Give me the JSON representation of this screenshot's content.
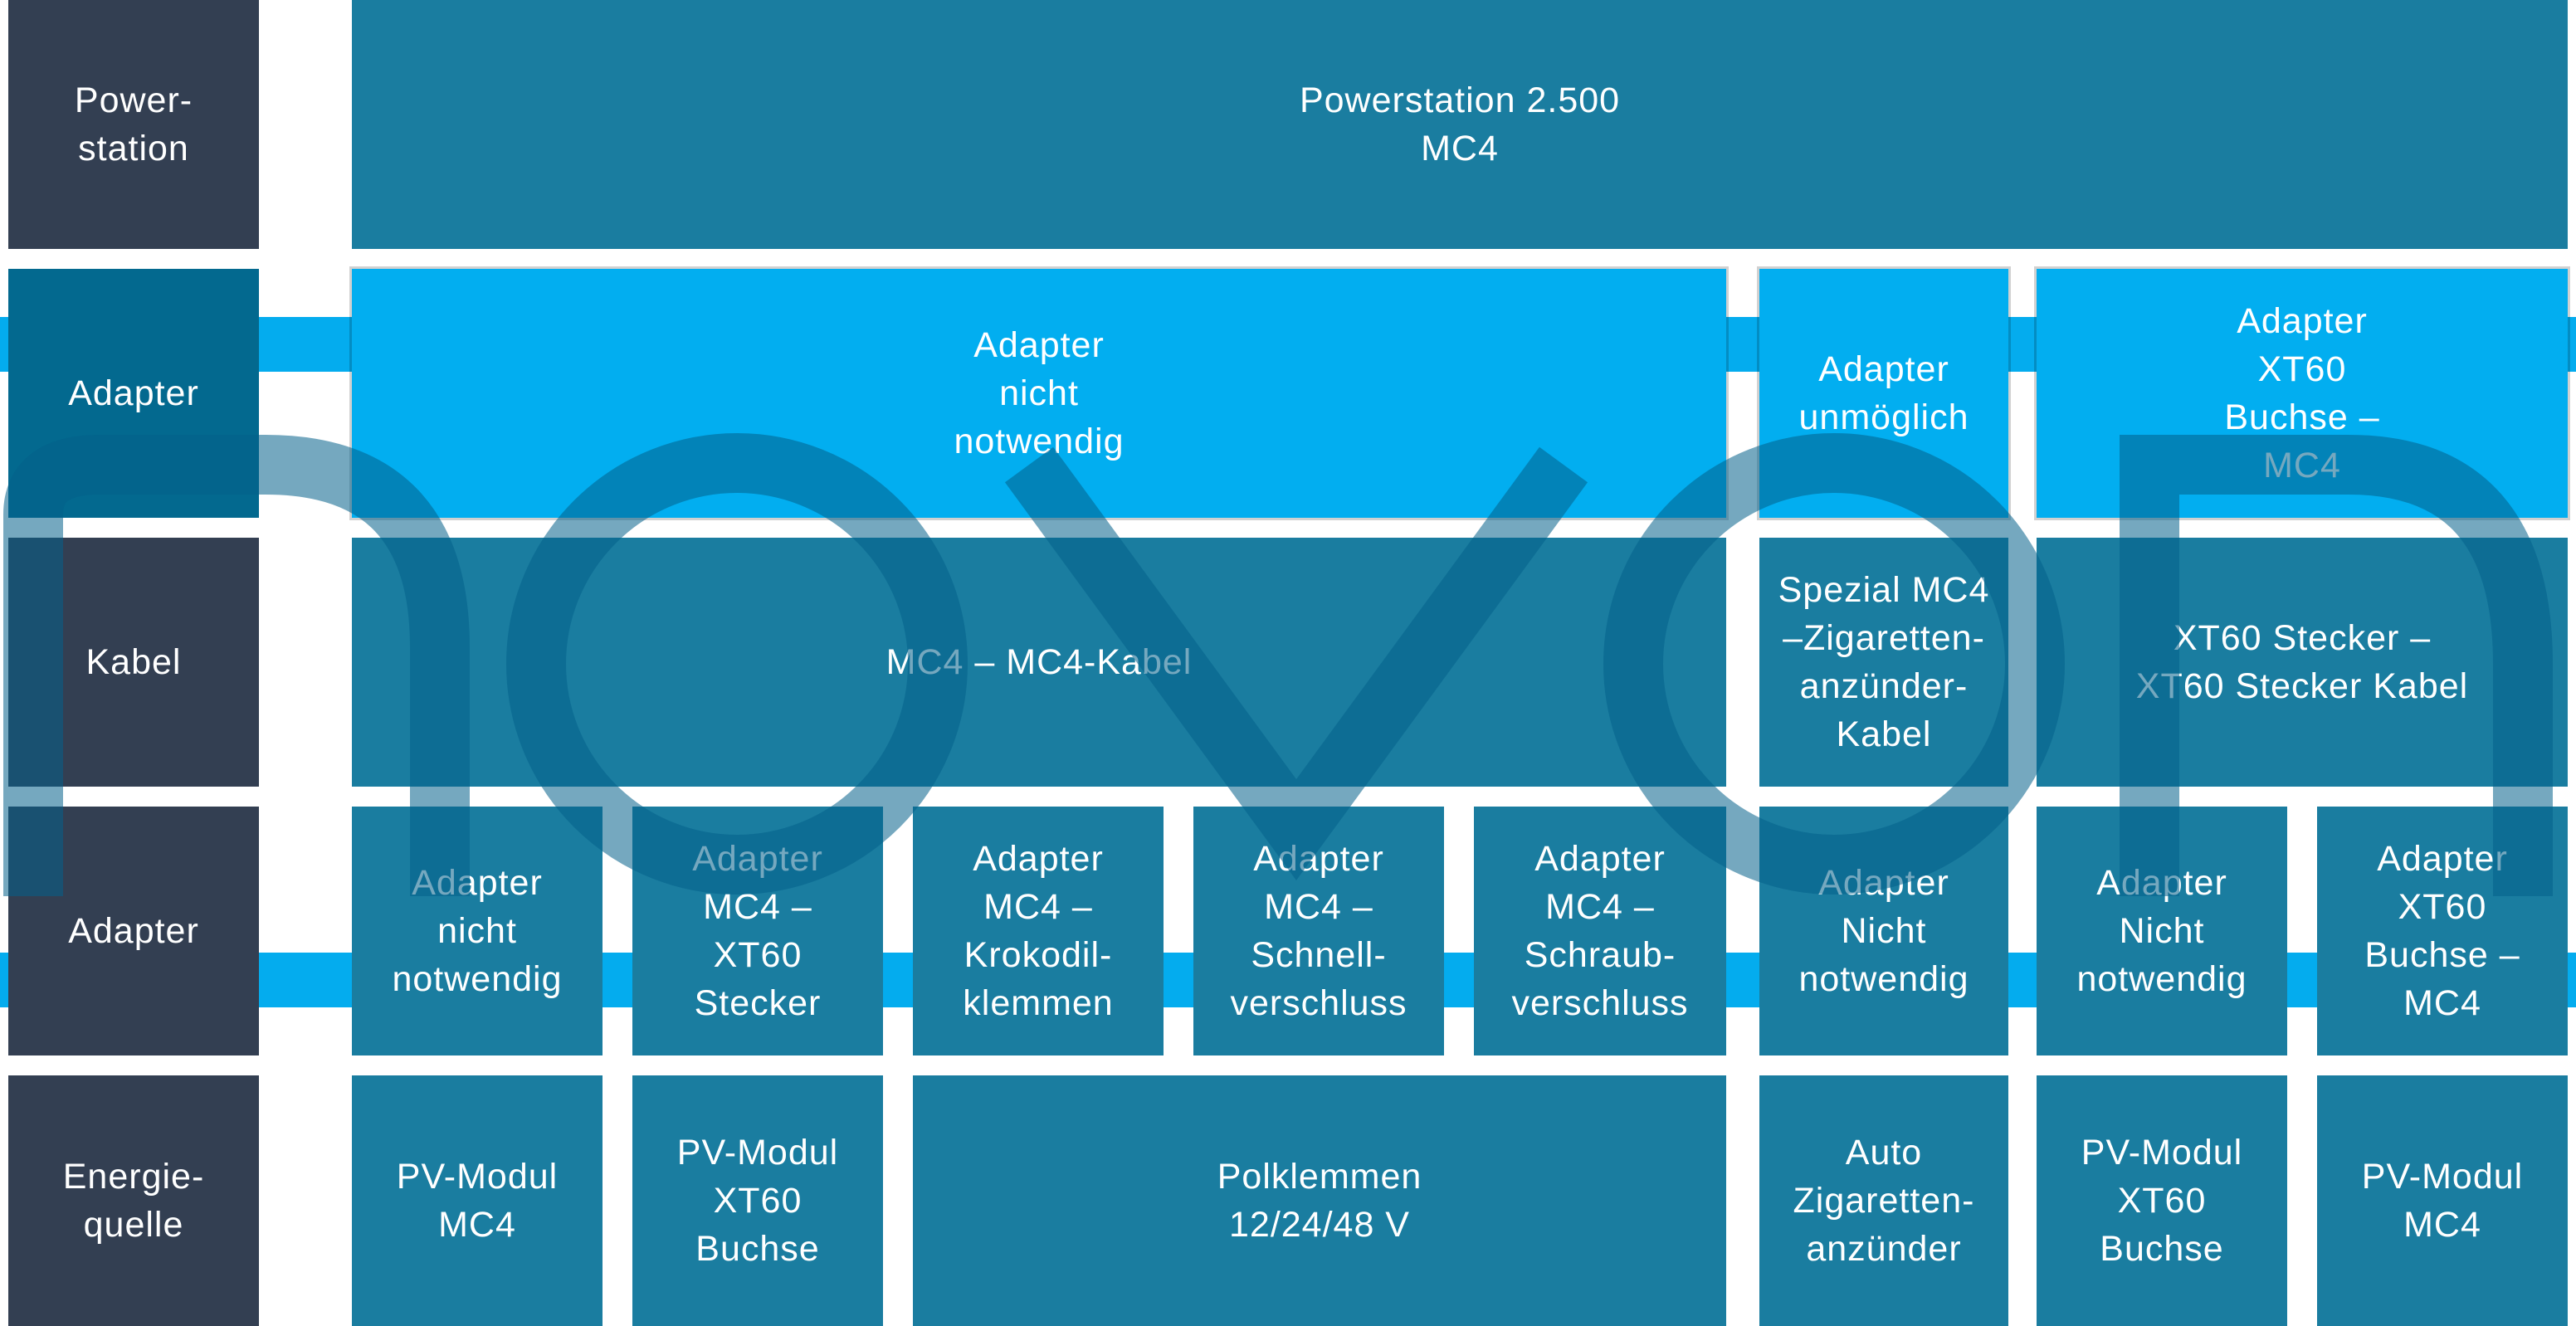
{
  "row_labels": {
    "powerstation": "Power-\nstation",
    "adapter_top": "Adapter",
    "kabel": "Kabel",
    "adapter_bottom": "Adapter",
    "energiequelle": "Energie-\nquelle"
  },
  "powerstation": {
    "label": "Powerstation 2.500\nMC4"
  },
  "adapter_top": [
    {
      "label": "Adapter\nnicht\nnotwendig"
    },
    {
      "label": "Adapter\nunmöglich"
    },
    {
      "label": "Adapter\nXT60\nBuchse –\nMC4"
    }
  ],
  "kabel": [
    {
      "label": "MC4 – MC4-Kabel"
    },
    {
      "label": "Spezial MC4\n–Zigaretten-\nanzünder-\nKabel"
    },
    {
      "label": "XT60 Stecker –\nXT60 Stecker Kabel"
    }
  ],
  "adapter_bottom": [
    {
      "label": "Adapter\nnicht\nnotwendig"
    },
    {
      "label": "Adapter\nMC4 –\nXT60\nStecker"
    },
    {
      "label": "Adapter\nMC4 –\nKrokodil-\nklemmen"
    },
    {
      "label": "Adapter\nMC4 –\nSchnell-\nverschluss"
    },
    {
      "label": "Adapter\nMC4 –\nSchraub-\nverschluss"
    },
    {
      "label": "Adapter\nNicht\nnotwendig"
    },
    {
      "label": "Adapter\nNicht\nnotwendig"
    },
    {
      "label": "Adapter\nXT60\nBuchse –\nMC4"
    }
  ],
  "energiequelle": [
    {
      "label": "PV-Modul\nMC4"
    },
    {
      "label": "PV-Modul\nXT60\nBuchse"
    },
    {
      "label": "Polklemmen\n12/24/48 V"
    },
    {
      "label": "Auto\nZigaretten-\nanzünder"
    },
    {
      "label": "PV-Modul\nXT60\nBuchse"
    },
    {
      "label": "PV-Modul\nMC4"
    }
  ],
  "colors": {
    "label_bg": "#333f52",
    "label_highlight_bg": "#03698f",
    "cell_bg": "#1a7da0",
    "highlight_bg": "#02aef0"
  },
  "watermark_icon": "brand-logo-watermark"
}
